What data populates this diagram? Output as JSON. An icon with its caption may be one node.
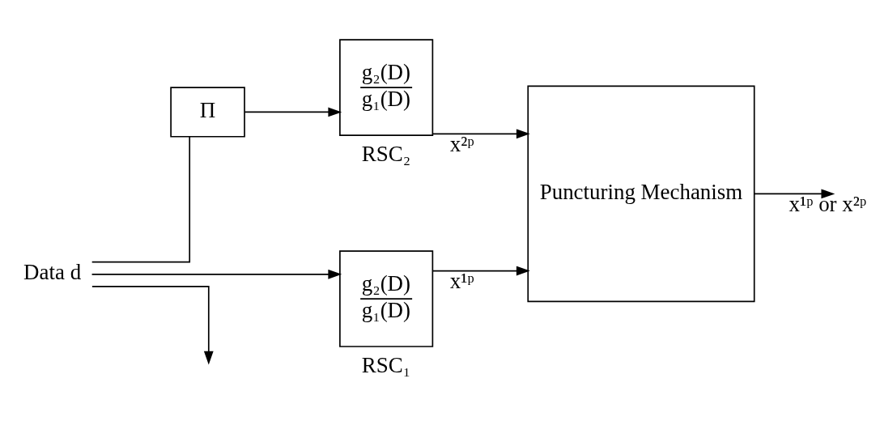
{
  "diagram": {
    "nodes": [
      {
        "text": [
          "Data d"
        ]
      },
      {
        "text": [
          "Π"
        ]
      },
      {
        "text": [
          "g₂(D)",
          "g₁(D)"
        ],
        "beside": [
          "RSC₁"
        ]
      },
      {
        "text": [
          "g₂(D)",
          "g₁(D)"
        ],
        "beside": [
          "RSC₂"
        ]
      },
      {
        "text": [
          "Puncturing Mechanism"
        ]
      }
    ],
    "edges": [
      {
        "from": 0,
        "to": null,
        "arrow": "to"
      },
      {
        "from": 0,
        "to": 2,
        "arrow": "to"
      },
      {
        "from": 0,
        "to": 1,
        "arrow": "none"
      },
      {
        "from": 1,
        "to": 3,
        "arrow": "to"
      },
      {
        "from": 2,
        "to": 4,
        "arrow": "to",
        "label": "x¹ᵖ"
      },
      {
        "from": 3,
        "to": 4,
        "arrow": "to",
        "label": "x²ᵖ"
      },
      {
        "from": 4,
        "to": null,
        "arrow": "to",
        "label": "x¹ᵖ or x²ᵖ"
      }
    ]
  }
}
